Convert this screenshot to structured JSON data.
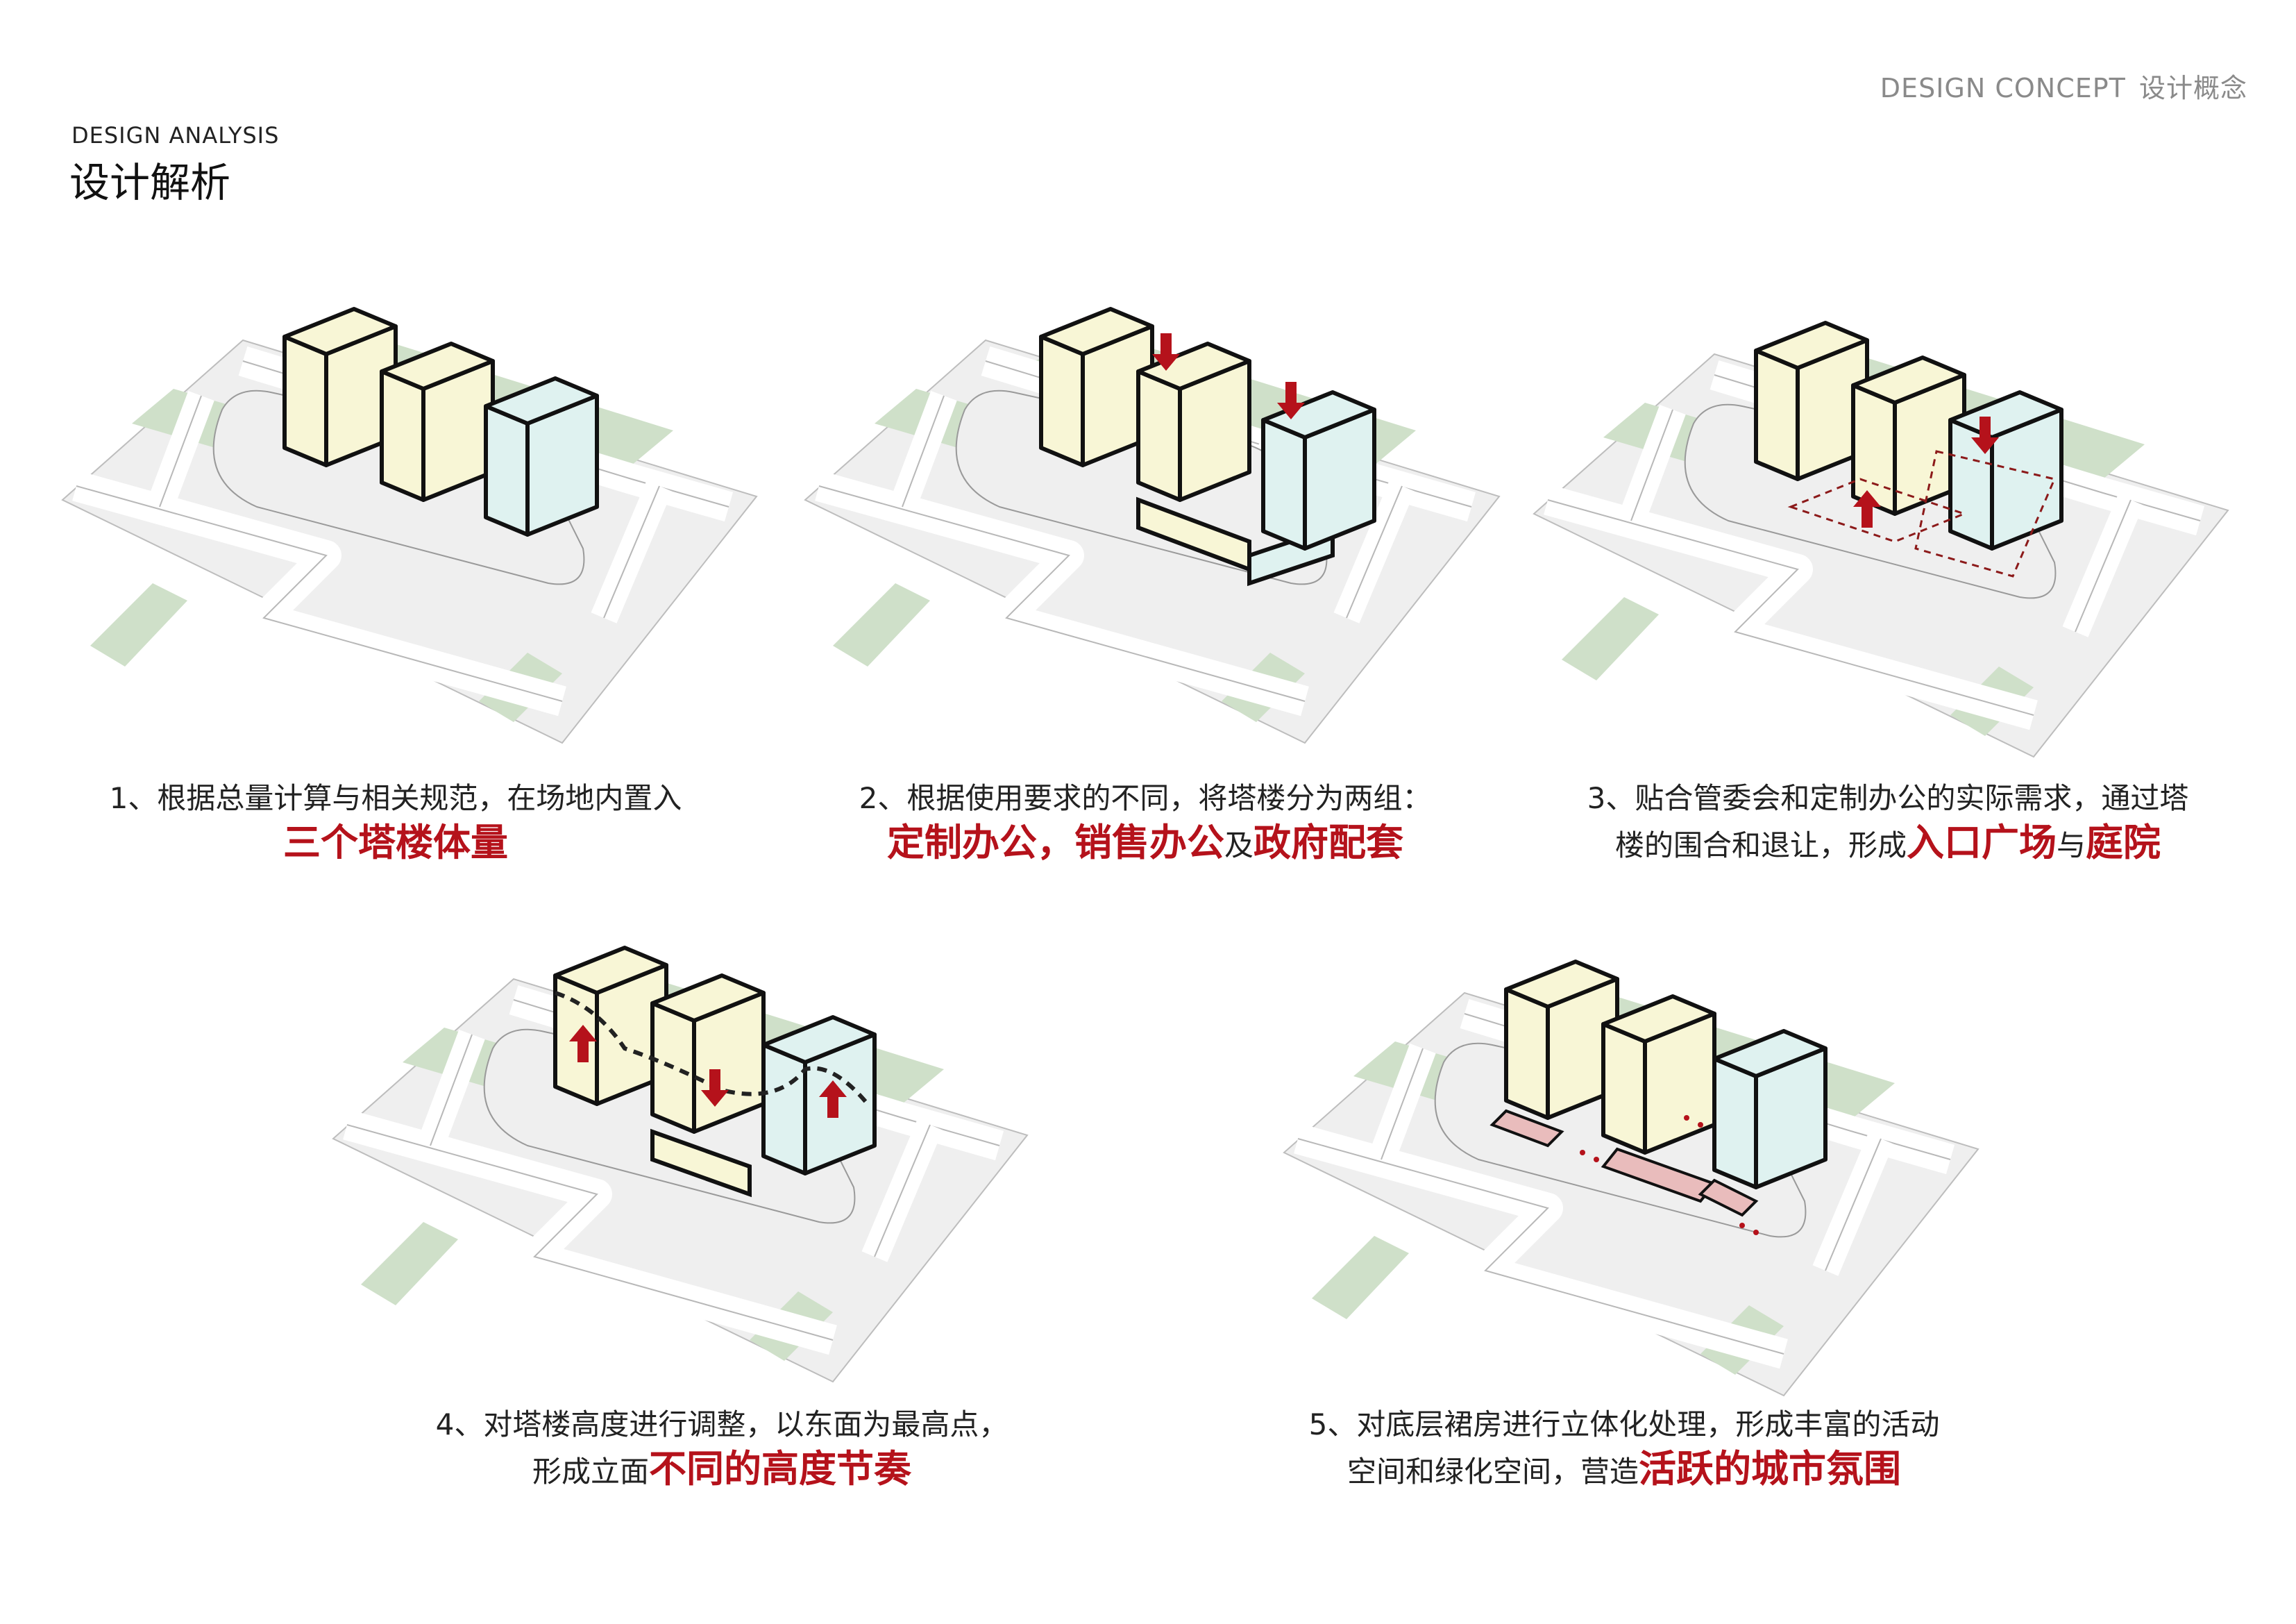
{
  "header": {
    "top_right_en": "DESIGN  CONCEPT",
    "top_right_cn": "设计概念",
    "section_en": "DESIGN ANALYSIS",
    "section_cn": "设计解析"
  },
  "steps": [
    {
      "line1": "1、根据总量计算与相关规范，在场地内置入",
      "line2_hl1": "三个塔楼体量"
    },
    {
      "line1": "2、根据使用要求的不同，将塔楼分为两组：",
      "line2_hl1": "定制办公",
      "line2_t1": "，",
      "line2_hl2": "销售办公",
      "line2_t2": "及",
      "line2_hl3": "政府配套"
    },
    {
      "line1": "3、贴合管委会和定制办公的实际需求，通过塔",
      "line2_t0": "楼的围合和退让，形成",
      "line2_hl1": "入口广场",
      "line2_t1": "与",
      "line2_hl2": "庭院"
    },
    {
      "line1": "4、对塔楼高度进行调整，以东面为最高点，",
      "line2_t0": "形成立面",
      "line2_hl1": "不同的高度节奏"
    },
    {
      "line1": "5、对底层裙房进行立体化处理，形成丰富的活动",
      "line2_t0": "空间和绿化空间，营造",
      "line2_hl1": "活跃的城市氛围"
    }
  ],
  "colors": {
    "ground": "#efefef",
    "road": "#ffffff",
    "green": "#cfe0c9",
    "tower_yellow": "#f8f6d6",
    "tower_cyan": "#dff2f0",
    "podium_pink": "#e9bcbc",
    "accent_red": "#b5121b"
  }
}
